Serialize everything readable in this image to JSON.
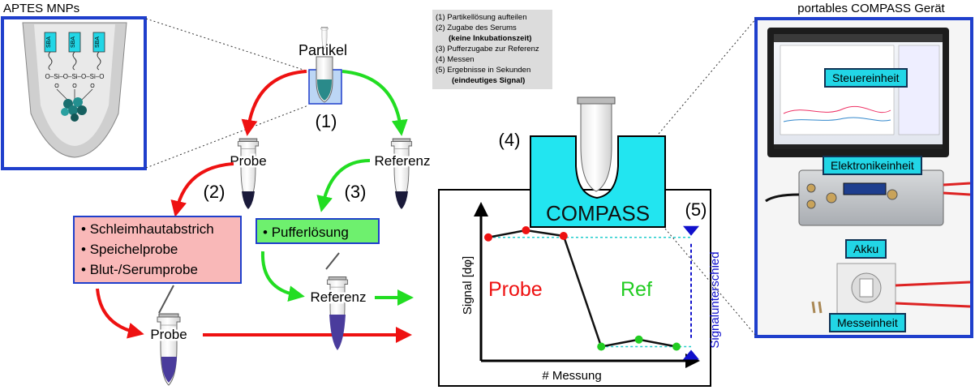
{
  "aptes": {
    "title": "APTES MNPs",
    "sba_tag": "SBA",
    "chain": "O–Si–O–Si–O–Si–O",
    "oxygen": "O"
  },
  "particle": {
    "label": "Partikel",
    "step1": "(1)"
  },
  "left_branch": {
    "probe_label": "Probe",
    "step2": "(2)",
    "sample_items": [
      "Schleimhautabstrich",
      "Speichelprobe",
      "Blut-/Serumprobe"
    ],
    "final_probe_label": "Probe"
  },
  "right_branch": {
    "referenz_label": "Referenz",
    "step3": "(3)",
    "buffer_item": "Pufferlösung",
    "final_referenz_label": "Referenz"
  },
  "steps_box": {
    "lines": [
      "(1) Partikellösung aufteilen",
      "(2) Zugabe des Serums",
      "(keine Inkubationszeit)",
      "(3) Pufferzugabe zur Referenz",
      "(4) Messen",
      "(5) Ergebnisse in Sekunden",
      "(eindeutiges Signal)"
    ]
  },
  "device": {
    "step4": "(4)",
    "label": "COMPASS",
    "step5": "(5)"
  },
  "chart_data": {
    "type": "line",
    "ylabel": "Signal [dφ]",
    "xlabel": "# Messung",
    "x": [
      1,
      2,
      3,
      4,
      5,
      6
    ],
    "values": [
      8.7,
      9.2,
      8.8,
      1.0,
      1.5,
      1.0
    ],
    "probe_points": [
      1,
      2,
      3
    ],
    "ref_points": [
      4,
      5,
      6
    ],
    "probe_label": "Probe",
    "ref_label": "Ref",
    "difference_label": "Signalunterschied",
    "colors": {
      "probe": "#ee1111",
      "ref": "#22cc22",
      "line": "#111111",
      "guide": "#22cccc",
      "diff": "#1010cc"
    }
  },
  "photo": {
    "title": "portables COMPASS Gerät",
    "labels": {
      "control": "Steuereinheit",
      "electronics": "Elektronikeinheit",
      "battery": "Akku",
      "measuring": "Messeinheit"
    }
  },
  "colors": {
    "red_arrow": "#ee1111",
    "green_arrow": "#22dd22",
    "frame_blue": "#1f3fcc",
    "sample_box_fill": "#f9b8b8",
    "buffer_box_fill": "#6ef06e",
    "compass_fill": "#22e5f0",
    "particle_fill": "#2a8a8a"
  }
}
